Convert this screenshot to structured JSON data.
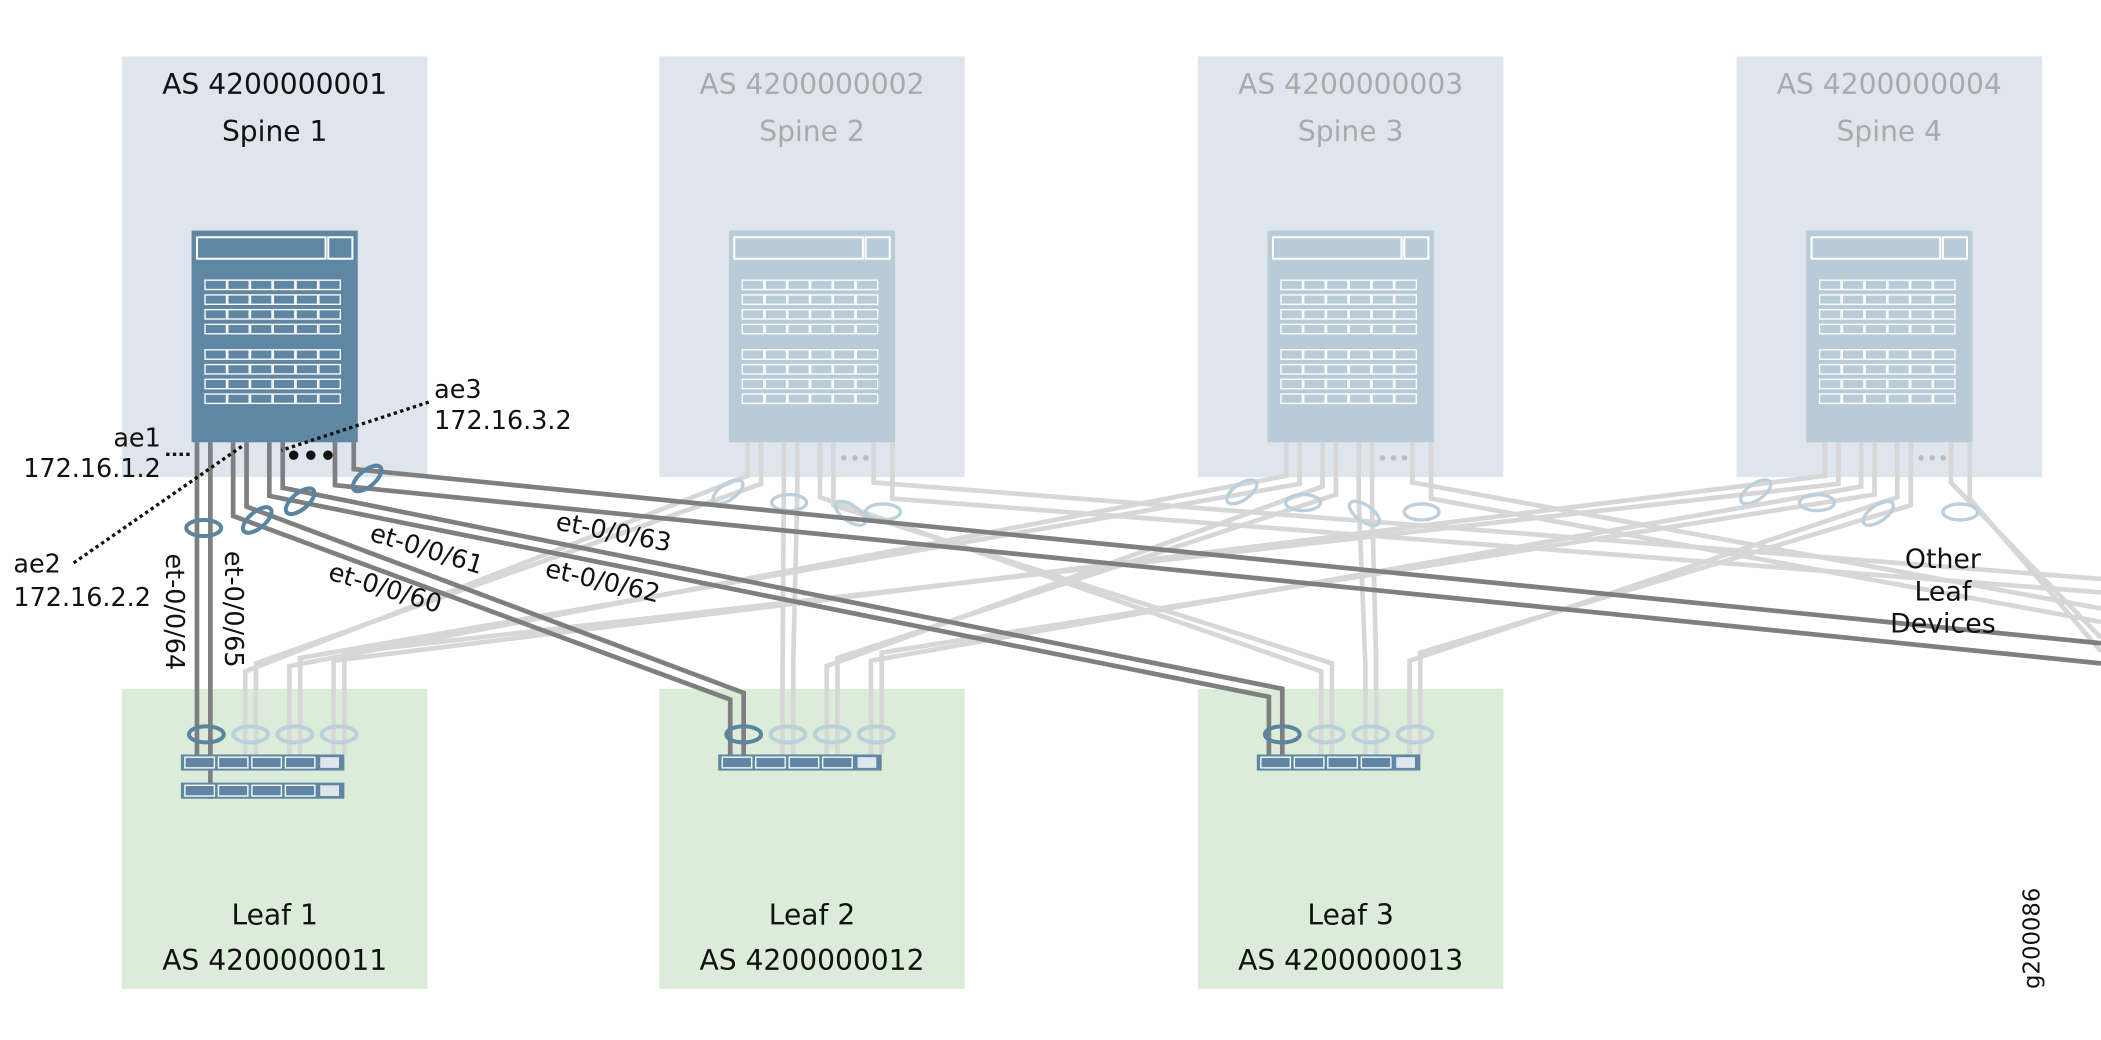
{
  "colors": {
    "spine_bg": "#dfe5ec",
    "leaf_bg": "#dbecd9",
    "device": "#5f87a3",
    "device_faded": "#b9cbd7",
    "active_link": "#7f7f81",
    "faded_link": "#d7d7d7",
    "lag_ring": "#5a84a0",
    "lag_ring_faded": "#bcd0dc",
    "faded_text": "#aaaaaa"
  },
  "spines": [
    {
      "as": "AS 4200000001",
      "name": "Spine 1",
      "active": true
    },
    {
      "as": "AS 4200000002",
      "name": "Spine 2",
      "active": false
    },
    {
      "as": "AS 4200000003",
      "name": "Spine 3",
      "active": false
    },
    {
      "as": "AS 4200000004",
      "name": "Spine 4",
      "active": false
    }
  ],
  "leaves": [
    {
      "name": "Leaf 1",
      "as": "AS 4200000011"
    },
    {
      "name": "Leaf 2",
      "as": "AS 4200000012"
    },
    {
      "name": "Leaf 3",
      "as": "AS 4200000013"
    }
  ],
  "interfaces": {
    "ae1": {
      "name": "ae1",
      "ip": "172.16.1.2"
    },
    "ae2": {
      "name": "ae2",
      "ip": "172.16.2.2"
    },
    "ae3": {
      "name": "ae3",
      "ip": "172.16.3.2"
    }
  },
  "ports": {
    "p64": "et-0/0/64",
    "p65": "et-0/0/65",
    "p60": "et-0/0/60",
    "p61": "et-0/0/61",
    "p62": "et-0/0/62",
    "p63": "et-0/0/63"
  },
  "other_leaf": [
    "Other",
    "Leaf",
    "Devices"
  ],
  "figure_id": "g200086"
}
